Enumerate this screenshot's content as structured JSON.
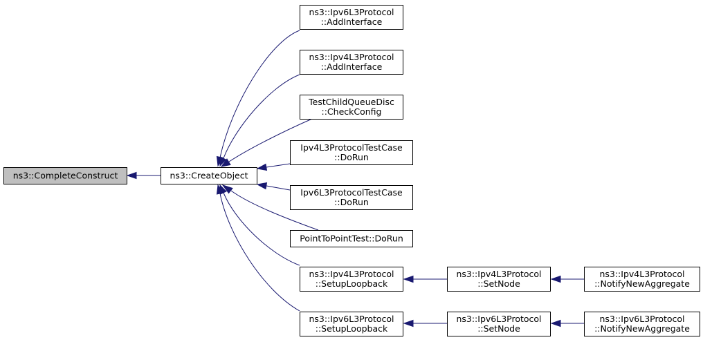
{
  "colors": {
    "edge": "#191970",
    "node_fill": "#ffffff",
    "node_fill_highlight": "#bfbfbf",
    "node_border": "#000000"
  },
  "nodes": [
    {
      "id": "completeconstruct",
      "lines": [
        "ns3::CompleteConstruct"
      ],
      "highlight": true
    },
    {
      "id": "createobject",
      "lines": [
        "ns3::CreateObject"
      ]
    },
    {
      "id": "ipv6-addinterface",
      "lines": [
        "ns3::Ipv6L3Protocol",
        "::AddInterface"
      ]
    },
    {
      "id": "ipv4-addinterface",
      "lines": [
        "ns3::Ipv4L3Protocol",
        "::AddInterface"
      ]
    },
    {
      "id": "testchildqueuedisc-checkconfig",
      "lines": [
        "TestChildQueueDisc",
        "::CheckConfig"
      ]
    },
    {
      "id": "ipv4l3protocoltestcase-dorun",
      "lines": [
        "Ipv4L3ProtocolTestCase",
        "::DoRun"
      ]
    },
    {
      "id": "ipv6l3protocoltestcase-dorun",
      "lines": [
        "Ipv6L3ProtocolTestCase",
        "::DoRun"
      ]
    },
    {
      "id": "pointtopointtest-dorun",
      "lines": [
        "PointToPointTest::DoRun"
      ]
    },
    {
      "id": "ipv4-setuploopback",
      "lines": [
        "ns3::Ipv4L3Protocol",
        "::SetupLoopback"
      ]
    },
    {
      "id": "ipv6-setuploopback",
      "lines": [
        "ns3::Ipv6L3Protocol",
        "::SetupLoopback"
      ]
    },
    {
      "id": "ipv4-setnode",
      "lines": [
        "ns3::Ipv4L3Protocol",
        "::SetNode"
      ]
    },
    {
      "id": "ipv6-setnode",
      "lines": [
        "ns3::Ipv6L3Protocol",
        "::SetNode"
      ]
    },
    {
      "id": "ipv4-notifynewaggregate",
      "lines": [
        "ns3::Ipv4L3Protocol",
        "::NotifyNewAggregate"
      ]
    },
    {
      "id": "ipv6-notifynewaggregate",
      "lines": [
        "ns3::Ipv6L3Protocol",
        "::NotifyNewAggregate"
      ]
    }
  ],
  "edges": [
    {
      "from": "createobject",
      "to": "completeconstruct"
    },
    {
      "from": "ipv6-addinterface",
      "to": "createobject"
    },
    {
      "from": "ipv4-addinterface",
      "to": "createobject"
    },
    {
      "from": "testchildqueuedisc-checkconfig",
      "to": "createobject"
    },
    {
      "from": "ipv4l3protocoltestcase-dorun",
      "to": "createobject"
    },
    {
      "from": "ipv6l3protocoltestcase-dorun",
      "to": "createobject"
    },
    {
      "from": "pointtopointtest-dorun",
      "to": "createobject"
    },
    {
      "from": "ipv4-setuploopback",
      "to": "createobject"
    },
    {
      "from": "ipv6-setuploopback",
      "to": "createobject"
    },
    {
      "from": "ipv4-setnode",
      "to": "ipv4-setuploopback"
    },
    {
      "from": "ipv6-setnode",
      "to": "ipv6-setuploopback"
    },
    {
      "from": "ipv4-notifynewaggregate",
      "to": "ipv4-setnode"
    },
    {
      "from": "ipv6-notifynewaggregate",
      "to": "ipv6-setnode"
    }
  ]
}
